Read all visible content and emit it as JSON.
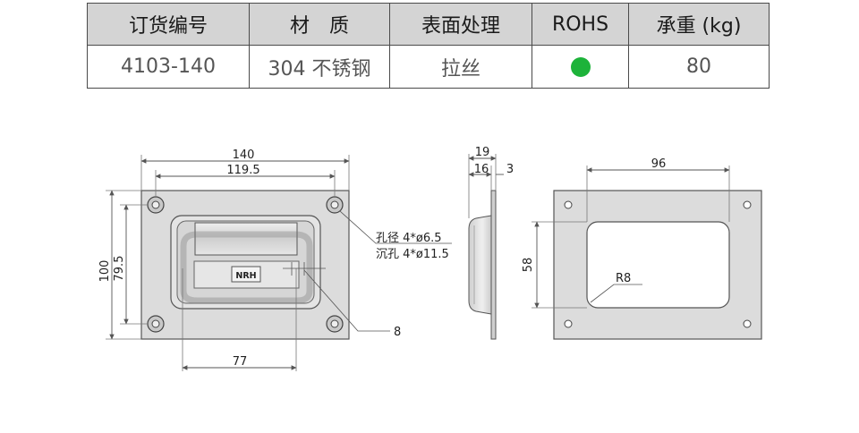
{
  "table": {
    "headers": [
      "订货编号",
      "材　质",
      "表面处理",
      "ROHS",
      "承重 (kg)"
    ],
    "row": {
      "order_no": "4103-140",
      "material": "304 不锈钢",
      "finish": "拉丝",
      "rohs_color": "#1db33a",
      "load": "80"
    }
  },
  "drawing": {
    "front": {
      "dim_overall_width": "140",
      "dim_hole_spacing_w": "119.5",
      "dim_overall_height": "100",
      "dim_hole_spacing_h": "79.5",
      "dim_bottom": "77",
      "note_hole": "孔径 4*ø6.5",
      "note_countersink": "沉孔 4*ø11.5",
      "dim_depth_note": "8",
      "logo_text": "NRH"
    },
    "side": {
      "dim_total": "19",
      "dim_body": "16",
      "dim_flange": "3"
    },
    "cutout": {
      "dim_width": "96",
      "dim_height": "58",
      "dim_radius": "R8"
    }
  },
  "colors": {
    "part_fill": "#dcdcdc",
    "line": "#444444",
    "dim_line": "#555555"
  }
}
